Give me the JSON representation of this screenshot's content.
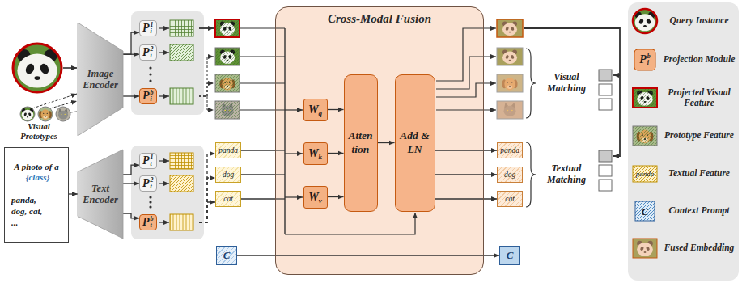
{
  "diagram": {
    "nodes": [
      {
        "text": [
          "Image Encoder"
        ]
      },
      {
        "text": [
          "P",
          "i",
          "1"
        ]
      },
      {
        "text": [
          "P",
          "i",
          "2"
        ]
      },
      {
        "text": [
          "P",
          "i",
          "b"
        ]
      },
      {
        "text": [
          "A photo of a",
          "{class}",
          "panda, dog, cat, ..."
        ]
      },
      {
        "text": [
          "Text Encoder"
        ]
      },
      {
        "text": [
          "P",
          "t",
          "1"
        ]
      },
      {
        "text": [
          "P",
          "t",
          "2"
        ]
      },
      {
        "text": [
          "P",
          "t",
          "b"
        ]
      },
      {
        "text": [
          "panda"
        ]
      },
      {
        "text": [
          "dog"
        ]
      },
      {
        "text": [
          "cat"
        ]
      },
      {
        "text": [
          "C"
        ]
      },
      {
        "text": [
          "Cross-Modal Fusion"
        ]
      },
      {
        "text": [
          "W",
          "q"
        ],
        "in": 13
      },
      {
        "text": [
          "W",
          "k"
        ],
        "in": 13
      },
      {
        "text": [
          "W",
          "v"
        ],
        "in": 13
      },
      {
        "text": [
          "Atten tion"
        ],
        "in": 13
      },
      {
        "text": [
          "Add & LN"
        ],
        "in": 13
      },
      {
        "text": [
          "panda"
        ]
      },
      {
        "text": [
          "dog"
        ]
      },
      {
        "text": [
          "cat"
        ]
      },
      {
        "text": [
          "C"
        ]
      }
    ],
    "edges": [
      {
        "from": 0,
        "to": 1,
        "arrow": "to"
      },
      {
        "from": 0,
        "to": 2,
        "arrow": "to"
      },
      {
        "from": 0,
        "to": 3,
        "arrow": "to"
      },
      {
        "from": 4,
        "to": 5,
        "arrow": "to"
      },
      {
        "from": 5,
        "to": 6,
        "arrow": "to"
      },
      {
        "from": 5,
        "to": 7,
        "arrow": "to"
      },
      {
        "from": 5,
        "to": 8,
        "arrow": "to"
      },
      {
        "from": 8,
        "to": 9,
        "arrow": "to"
      },
      {
        "from": 8,
        "to": 10,
        "arrow": "to"
      },
      {
        "from": 8,
        "to": 11,
        "arrow": "to"
      },
      {
        "from": 9,
        "to": 13,
        "arrow": "none"
      },
      {
        "from": 10,
        "to": 13,
        "arrow": "none"
      },
      {
        "from": 11,
        "to": 13,
        "arrow": "none"
      },
      {
        "from": 12,
        "to": 22,
        "arrow": "to"
      },
      {
        "from": 14,
        "to": 17,
        "arrow": "to"
      },
      {
        "from": 15,
        "to": 17,
        "arrow": "to"
      },
      {
        "from": 16,
        "to": 17,
        "arrow": "to"
      },
      {
        "from": 17,
        "to": 18,
        "arrow": "to"
      },
      {
        "from": 18,
        "to": 19,
        "arrow": "to"
      },
      {
        "from": 18,
        "to": 20,
        "arrow": "to"
      },
      {
        "from": 18,
        "to": 21,
        "arrow": "to"
      }
    ],
    "labels": [
      "Visual Prototypes",
      "Visual Matching",
      "Textual Matching",
      "P",
      "i",
      "b",
      "panda",
      "C"
    ],
    "legend": [
      {
        "text": "Query Instance"
      },
      {
        "text": "Projection Module"
      },
      {
        "text": "Projected Visual Feature"
      },
      {
        "text": "Prototype Feature"
      },
      {
        "text": "Textual Feature"
      },
      {
        "text": "Context Prompt"
      },
      {
        "text": "Fused Embedding"
      }
    ]
  }
}
